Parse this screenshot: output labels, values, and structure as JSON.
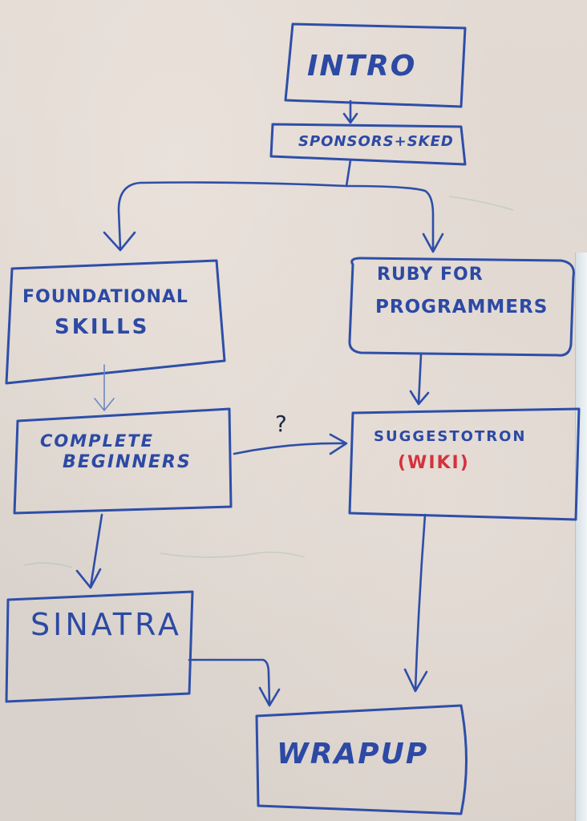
{
  "diagram": {
    "colors": {
      "marker_blue": "#2e4ea8",
      "marker_red": "#d4323e",
      "board": "#e2dad3"
    },
    "nodes": {
      "intro": {
        "label": "INTRO"
      },
      "sponsors": {
        "label": "SPONSORS+SKED"
      },
      "foundational": {
        "line1": "FOUNDATIONAL",
        "line2": "SKILLS"
      },
      "ruby": {
        "line1": "RUBY FOR",
        "line2": "PROGRAMMERS"
      },
      "beginners": {
        "line1": "COMPLETE",
        "line2": "BEGINNERS"
      },
      "suggestotron": {
        "line1": "SUGGESTOTRON",
        "line2": "(WIKI)"
      },
      "sinatra": {
        "label": "SINATRA"
      },
      "wrapup": {
        "label": "WRAPUP"
      }
    },
    "edge_labels": {
      "question": "?"
    }
  }
}
